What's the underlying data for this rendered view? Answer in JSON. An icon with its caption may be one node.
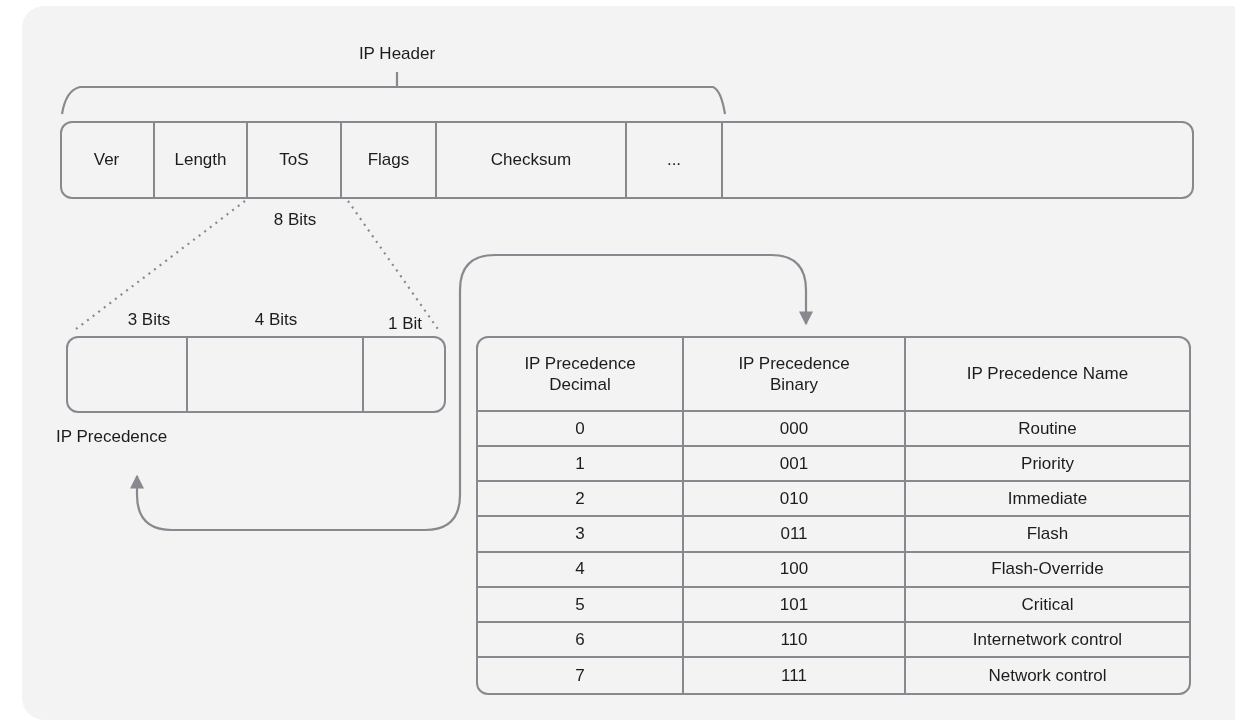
{
  "diagram": {
    "nodes": [
      {
        "text": [],
        "shape": "bar"
      },
      {
        "text": [
          "Ver"
        ],
        "in": 0
      },
      {
        "text": [
          "Length"
        ],
        "in": 0
      },
      {
        "text": [
          "ToS"
        ],
        "in": 0,
        "beside": [
          "8 Bits"
        ]
      },
      {
        "text": [
          "Flags"
        ],
        "in": 0
      },
      {
        "text": [
          "Checksum"
        ],
        "in": 0
      },
      {
        "text": [
          "..."
        ],
        "in": 0
      },
      {
        "text": [
          "IP Precedence"
        ]
      },
      {
        "text": [],
        "shape": "box",
        "in": 7,
        "beside": [
          "3 Bits"
        ]
      },
      {
        "text": [],
        "shape": "box",
        "in": 7,
        "beside": [
          "4 Bits"
        ]
      },
      {
        "text": [],
        "shape": "box",
        "in": 7,
        "beside": [
          "1 Bit"
        ]
      },
      {
        "text": [],
        "shape": "box"
      }
    ],
    "edges": [
      {
        "from": 3,
        "to": 7,
        "arrow": "none",
        "style": "dashed"
      },
      {
        "from": 3,
        "to": 7,
        "arrow": "none",
        "style": "dashed"
      },
      {
        "from": 7,
        "to": 11,
        "arrow": "both"
      }
    ],
    "labels": [
      "IP Header",
      "IP Precedence Decimal",
      "IP Precedence Binary",
      "IP Precedence Name",
      "0",
      "000",
      "Routine",
      "1",
      "001",
      "Priority",
      "2",
      "010",
      "Immediate",
      "3",
      "011",
      "Flash",
      "4",
      "100",
      "Flash-Override",
      "5",
      "101",
      "Critical",
      "6",
      "110",
      "Internetwork control",
      "7",
      "111",
      "Network control"
    ]
  }
}
